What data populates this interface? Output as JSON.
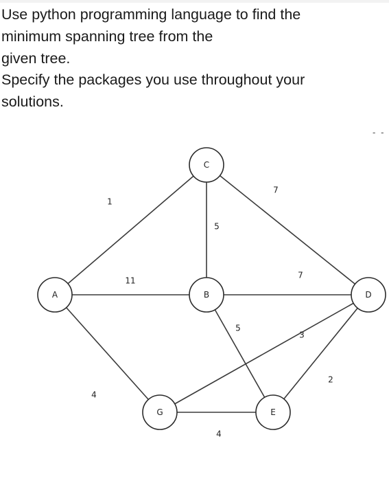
{
  "question": {
    "lines": [
      "Use python programming language to find the",
      "minimum spanning tree from the",
      "given tree.",
      "Specify the packages you use throughout your",
      "solutions."
    ]
  },
  "corner_mark": "- -",
  "graph": {
    "nodes": [
      {
        "id": "C",
        "label": "C"
      },
      {
        "id": "A",
        "label": "A"
      },
      {
        "id": "B",
        "label": "B"
      },
      {
        "id": "D",
        "label": "D"
      },
      {
        "id": "G",
        "label": "G"
      },
      {
        "id": "E",
        "label": "E"
      }
    ],
    "edges": [
      {
        "from": "A",
        "to": "C",
        "weight": "1"
      },
      {
        "from": "C",
        "to": "D",
        "weight": "7"
      },
      {
        "from": "C",
        "to": "B",
        "weight": "5"
      },
      {
        "from": "A",
        "to": "B",
        "weight": "11"
      },
      {
        "from": "B",
        "to": "D",
        "weight": "7"
      },
      {
        "from": "B",
        "to": "E",
        "weight": "5"
      },
      {
        "from": "G",
        "to": "D",
        "weight": "3"
      },
      {
        "from": "D",
        "to": "E",
        "weight": "2"
      },
      {
        "from": "A",
        "to": "G",
        "weight": "4"
      },
      {
        "from": "G",
        "to": "E",
        "weight": "4"
      }
    ]
  }
}
